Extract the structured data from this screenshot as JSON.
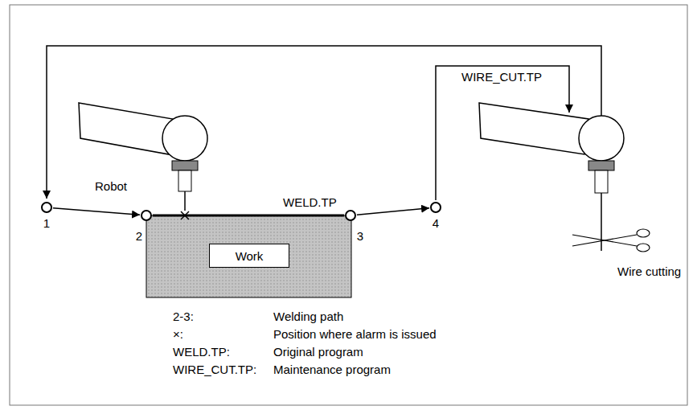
{
  "diagram": {
    "nodes": [
      {
        "text": [
          "1"
        ]
      },
      {
        "text": [
          "2"
        ]
      },
      {
        "text": [
          "3"
        ]
      },
      {
        "text": [
          "4"
        ]
      },
      {
        "text": [
          "Work"
        ]
      }
    ],
    "edges": [
      {
        "from": 0,
        "to": 1,
        "arrow": "to"
      },
      {
        "from": 1,
        "to": 2,
        "arrow": "none"
      },
      {
        "from": 2,
        "to": 3,
        "arrow": "to"
      }
    ],
    "labels": [
      "Robot",
      "WELD.TP",
      "WIRE_CUT.TP",
      "Wire cutting",
      "2-3:",
      "Welding path",
      "×:",
      "Position where alarm is issued",
      "WELD.TP:",
      "Original program",
      "WIRE_CUT.TP:",
      "Maintenance program"
    ]
  }
}
